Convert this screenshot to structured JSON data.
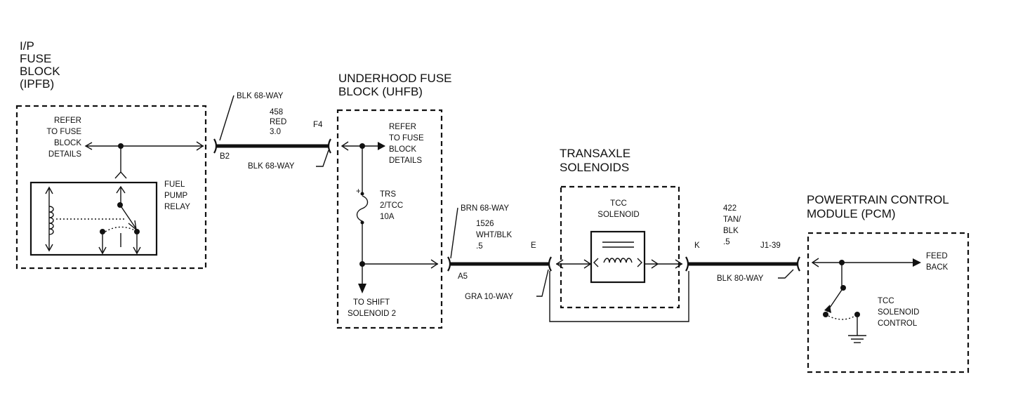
{
  "ipfb": {
    "title_lines": [
      "I/P",
      "FUSE",
      "BLOCK",
      "(IPFB)"
    ],
    "refer_lines": [
      "REFER",
      "TO FUSE",
      "BLOCK",
      "DETAILS"
    ],
    "relay_lines": [
      "FUEL",
      "PUMP",
      "RELAY"
    ]
  },
  "conn1": {
    "top_label": "BLK 68-WAY",
    "circuit_lines": [
      "458",
      "RED",
      "3.0"
    ],
    "left_pin": "B2",
    "right_pin": "F4",
    "bottom_label": "BLK 68-WAY"
  },
  "uhfb": {
    "title_lines": [
      "UNDERHOOD FUSE",
      "BLOCK (UHFB)"
    ],
    "refer_lines": [
      "REFER",
      "TO FUSE",
      "BLOCK",
      "DETAILS"
    ],
    "fuse_lines": [
      "TRS",
      "2/TCC",
      "10A"
    ],
    "fuse_plus": "+",
    "shift_lines": [
      "TO SHIFT",
      "SOLENOID 2"
    ]
  },
  "conn2": {
    "top_label": "BRN 68-WAY",
    "circuit_lines": [
      "1526",
      "WHT/BLK",
      ".5"
    ],
    "left_pin": "A5",
    "right_pin": "E",
    "bottom_label": "GRA 10-WAY"
  },
  "transaxle": {
    "title_lines": [
      "TRANSAXLE",
      "SOLENOIDS"
    ],
    "solenoid_lines": [
      "TCC",
      "SOLENOID"
    ]
  },
  "conn3": {
    "left_pin": "K",
    "circuit_lines": [
      "422",
      "TAN/",
      "BLK",
      ".5"
    ],
    "right_pin": "J1-39",
    "bottom_label": "BLK 80-WAY"
  },
  "pcm": {
    "title_lines": [
      "POWERTRAIN CONTROL",
      "MODULE (PCM)"
    ],
    "feed_lines": [
      "FEED",
      "BACK"
    ],
    "control_lines": [
      "TCC",
      "SOLENOID",
      "CONTROL"
    ]
  }
}
